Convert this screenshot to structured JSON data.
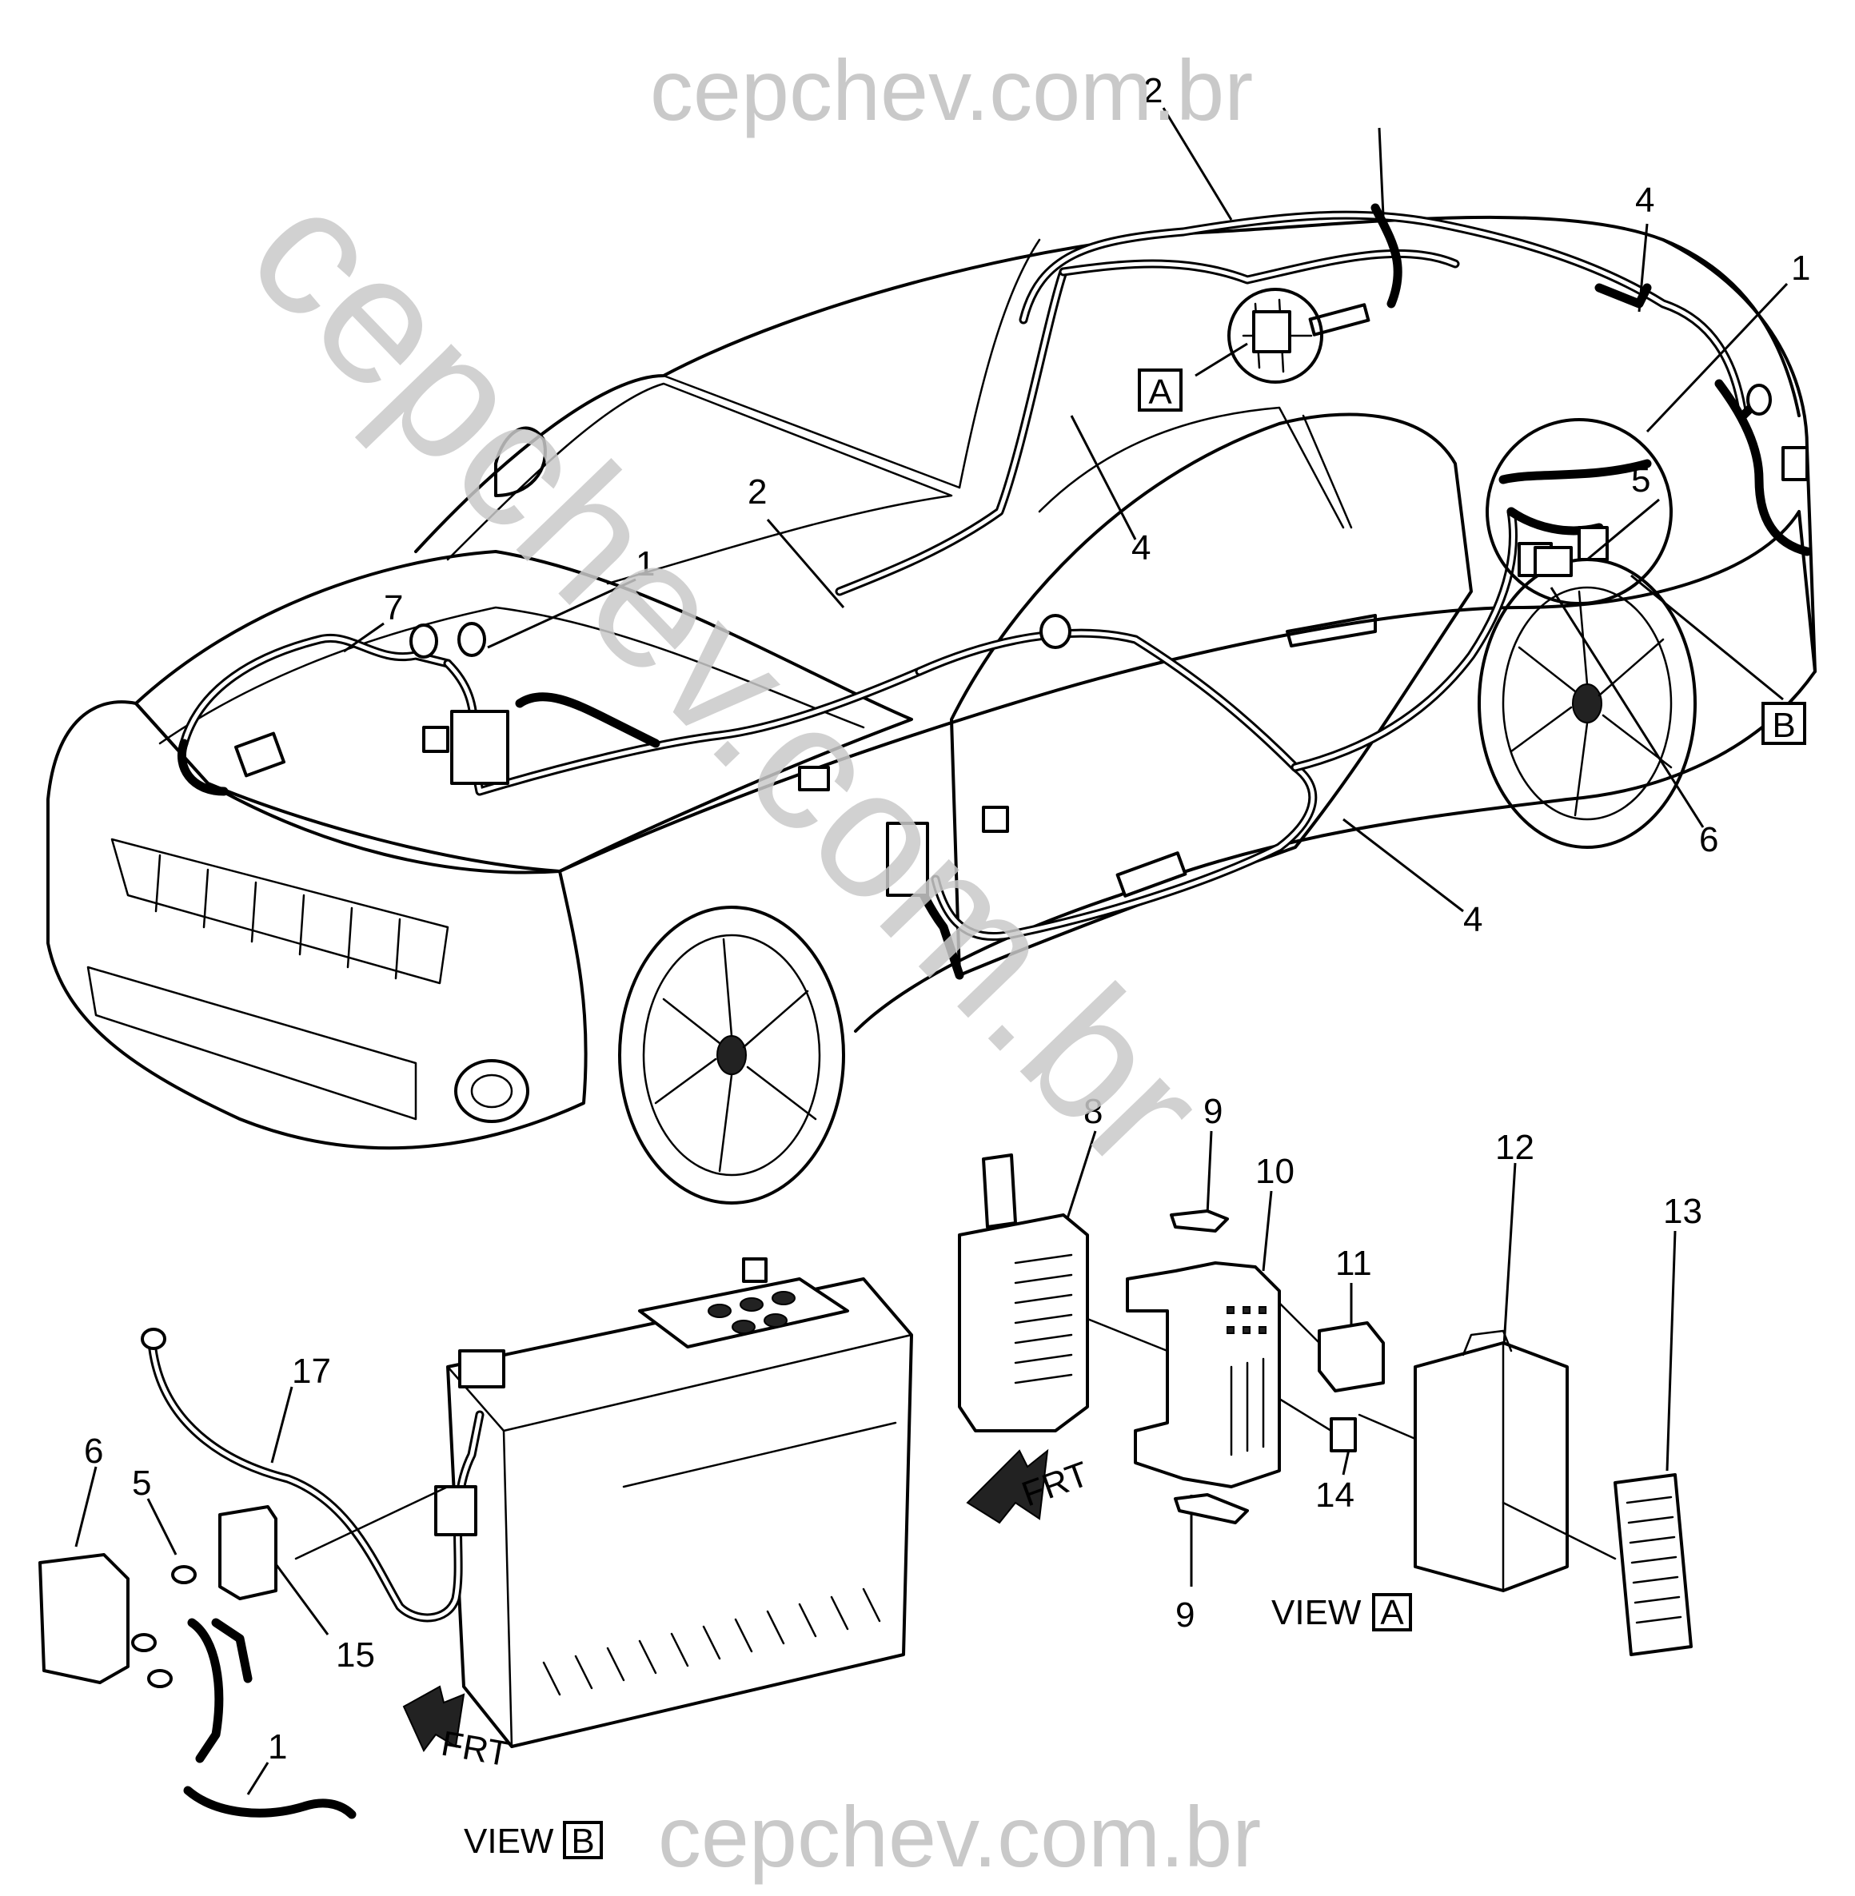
{
  "watermark": {
    "top": "cepchev.com.br",
    "diagonal": "cepchev.com.br",
    "bottom": "cepchev.com.br"
  },
  "callouts": {
    "c2_top": "2",
    "c4_top": "4",
    "c1_right": "1",
    "cA_box": "A",
    "c5": "5",
    "c2_mid": "2",
    "c4_mid": "4",
    "c1_left": "1",
    "c7": "7",
    "cB_box": "B",
    "c6_car": "6",
    "c4_low": "4",
    "c8": "8",
    "c9_top": "9",
    "c10": "10",
    "c12": "12",
    "c11": "11",
    "c13": "13",
    "c14": "14",
    "c9_bot": "9",
    "c17": "17",
    "c6_b": "6",
    "c5_b": "5",
    "c15": "15",
    "c1_b": "1"
  },
  "views": {
    "view_a_text": "VIEW",
    "view_a_letter": "A",
    "view_b_text": "VIEW",
    "view_b_letter": "B"
  },
  "arrows": {
    "frt_a": "FRT",
    "frt_b": "FRT"
  }
}
